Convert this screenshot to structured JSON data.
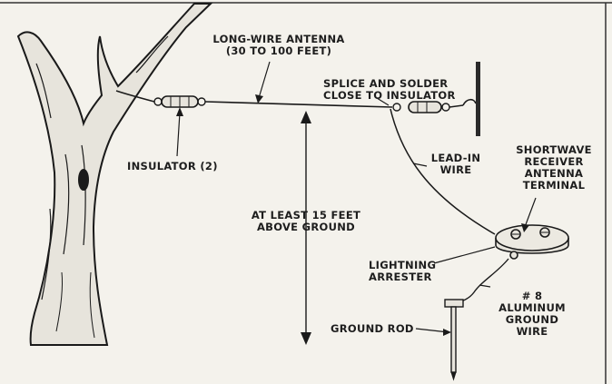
{
  "diagram": {
    "antenna_label": [
      "LONG-WIRE ANTENNA",
      "(30 TO 100 FEET)"
    ],
    "splice_label": [
      "SPLICE AND SOLDER",
      "CLOSE TO INSULATOR"
    ],
    "insulator_label": "INSULATOR (2)",
    "height_label": [
      "AT LEAST 15 FEET",
      "ABOVE GROUND"
    ],
    "lead_in_label": [
      "LEAD-IN",
      "WIRE"
    ],
    "receiver_label": [
      "SHORTWAVE",
      "RECEIVER",
      "ANTENNA",
      "TERMINAL"
    ],
    "arrester_label": [
      "LIGHTNING",
      "ARRESTER"
    ],
    "ground_rod_label": "GROUND ROD",
    "ground_wire_label": [
      "# 8",
      "ALUMINUM",
      "GROUND",
      "WIRE"
    ]
  }
}
